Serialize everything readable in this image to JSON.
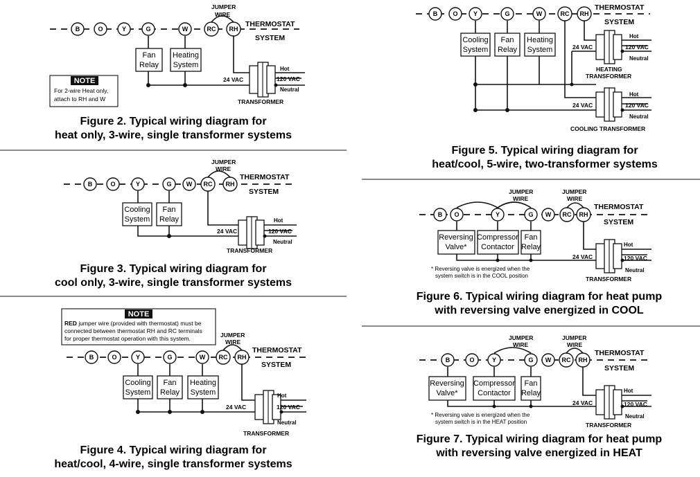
{
  "fig2": {
    "terminals": [
      "B",
      "O",
      "Y",
      "G",
      "W",
      "RC",
      "RH"
    ],
    "jumper": [
      "JUMPER",
      "WIRE"
    ],
    "thermostat": "THERMOSTAT",
    "system": "SYSTEM",
    "boxes": [
      [
        "Fan",
        "Relay"
      ],
      [
        "Heating",
        "System"
      ]
    ],
    "vac24": "24 VAC",
    "hot": "Hot",
    "vac120": "120 VAC",
    "neutral": "Neutral",
    "transformer": "TRANSFORMER",
    "note_title": "NOTE",
    "note_lines": [
      "For 2-wire Heat only,",
      "attach to RH and W"
    ],
    "caption": [
      "Figure 2. Typical wiring diagram for",
      "heat only,  3-wire, single transformer systems"
    ]
  },
  "fig3": {
    "terminals": [
      "B",
      "O",
      "Y",
      "G",
      "W",
      "RC",
      "RH"
    ],
    "jumper": [
      "JUMPER",
      "WIRE"
    ],
    "thermostat": "THERMOSTAT",
    "system": "SYSTEM",
    "boxes": [
      [
        "Cooling",
        "System"
      ],
      [
        "Fan",
        "Relay"
      ]
    ],
    "vac24": "24 VAC",
    "hot": "Hot",
    "vac120": "120 VAC",
    "neutral": "Neutral",
    "transformer": "TRANSFORMER",
    "caption": [
      "Figure 3. Typical wiring diagram for",
      "cool only, 3-wire, single transformer systems"
    ]
  },
  "fig4": {
    "terminals": [
      "B",
      "O",
      "Y",
      "G",
      "W",
      "RC",
      "RH"
    ],
    "jumper": [
      "JUMPER",
      "WIRE"
    ],
    "thermostat": "THERMOSTAT",
    "system": "SYSTEM",
    "boxes": [
      [
        "Cooling",
        "System"
      ],
      [
        "Fan",
        "Relay"
      ],
      [
        "Heating",
        "System"
      ]
    ],
    "vac24": "24 VAC",
    "hot": "Hot",
    "vac120": "120 VAC",
    "neutral": "Neutral",
    "transformer": "TRANSFORMER",
    "note_title": "NOTE",
    "note_bold": "RED",
    "note_lines": [
      " jumper wire (provided with thermostat) must be",
      "connected between thermostat RH and RC terminals",
      "for proper thermostat operation with this system."
    ],
    "caption": [
      "Figure 4. Typical wiring diagram for",
      "heat/cool, 4-wire, single transformer systems"
    ]
  },
  "fig5": {
    "terminals": [
      "B",
      "O",
      "Y",
      "G",
      "W",
      "RC",
      "RH"
    ],
    "thermostat": "THERMOSTAT",
    "system": "SYSTEM",
    "boxes": [
      [
        "Cooling",
        "System"
      ],
      [
        "Fan",
        "Relay"
      ],
      [
        "Heating",
        "System"
      ]
    ],
    "vac24": "24 VAC",
    "hot": "Hot",
    "vac120": "120 VAC",
    "neutral": "Neutral",
    "heating_transformer": [
      "HEATING",
      "TRANSFORMER"
    ],
    "cooling_transformer": "COOLING TRANSFORMER",
    "caption": [
      "Figure 5. Typical wiring diagram for",
      "heat/cool, 5-wire, two-transformer systems"
    ]
  },
  "fig6": {
    "terminals": [
      "B",
      "O",
      "Y",
      "G",
      "W",
      "RC",
      "RH"
    ],
    "jumper": [
      "JUMPER",
      "WIRE"
    ],
    "thermostat": "THERMOSTAT",
    "system": "SYSTEM",
    "boxes": [
      [
        "Reversing",
        "Valve*"
      ],
      [
        "Compressor",
        "Contactor"
      ],
      [
        "Fan",
        "Relay"
      ]
    ],
    "vac24": "24 VAC",
    "hot": "Hot",
    "vac120": "120 VAC",
    "neutral": "Neutral",
    "transformer": "TRANSFORMER",
    "footnote": [
      "* Reversing valve is energized when the",
      "system switch is in the COOL position"
    ],
    "caption": [
      "Figure 6. Typical wiring diagram for heat pump",
      "with reversing valve energized in COOL"
    ]
  },
  "fig7": {
    "terminals": [
      "B",
      "O",
      "Y",
      "G",
      "W",
      "RC",
      "RH"
    ],
    "jumper": [
      "JUMPER",
      "WIRE"
    ],
    "thermostat": "THERMOSTAT",
    "system": "SYSTEM",
    "boxes": [
      [
        "Reversing",
        "Valve*"
      ],
      [
        "Compressor",
        "Contactor"
      ],
      [
        "Fan",
        "Relay"
      ]
    ],
    "vac24": "24 VAC",
    "hot": "Hot",
    "vac120": "120 VAC",
    "neutral": "Neutral",
    "transformer": "TRANSFORMER",
    "footnote": [
      "* Reversing valve is energized when the",
      "system switch is in the HEAT position"
    ],
    "caption": [
      "Figure 7. Typical wiring diagram for heat pump",
      "with reversing valve energized in HEAT"
    ]
  }
}
